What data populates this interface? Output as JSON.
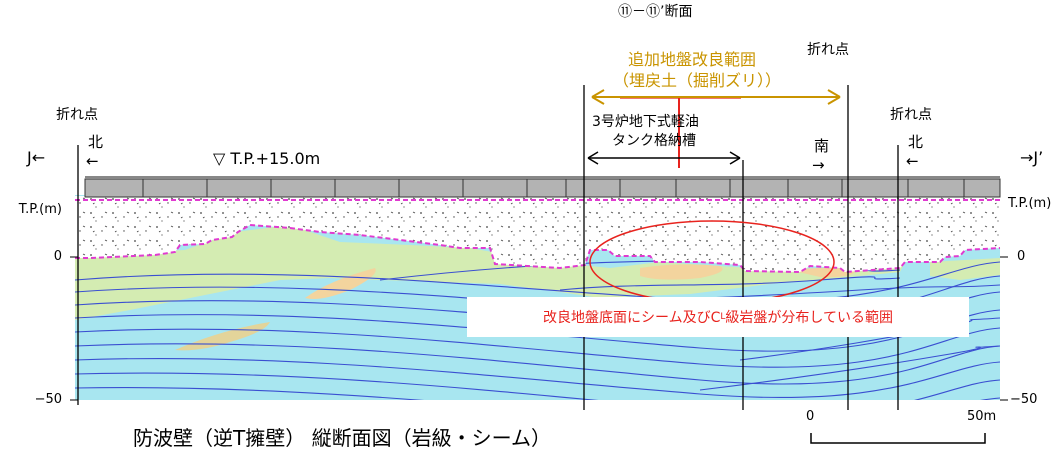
{
  "section_label": "⑪－⑪’断面",
  "improvement_range": {
    "line1": "追加地盤改良範囲",
    "line2": "（埋戻土（掘削ズリ））"
  },
  "bend_points": {
    "left": "折れ点",
    "center": "折れ点",
    "right": "折れ点"
  },
  "directions": {
    "left_j": "J←",
    "right_j": "→J’",
    "north_left": "北",
    "north_right": "北",
    "south": "南",
    "arrow_left": "←",
    "arrow_right": "→"
  },
  "water_level": "▽ T.P.+15.0m",
  "tank": {
    "line1": "3号炉地下式軽油",
    "line2": "タンク格納槽"
  },
  "axis": {
    "unit_left": "T.P.(m)",
    "unit_right": "T.P.(m)",
    "zero_left": "0",
    "zero_right": "0",
    "minus50_left": "−50",
    "minus50_right": "−50"
  },
  "region_note": {
    "pre": "改良地盤底面にシーム及びC",
    "sub": "L",
    "post": "級岩盤が分布している範囲"
  },
  "scale_bar": {
    "zero": "0",
    "end": "50m"
  },
  "figure_title": "防波壁（逆T擁壁） 縦断面図（岩級・シーム）",
  "colors": {
    "rock_blue": "#a8e6f0",
    "seam_blue": "#3a4fd1",
    "green_rock": "#d4ecb2",
    "tan_lens": "#f3d49e",
    "fill_dots": "#ffffff",
    "wall_gray": "#b3b3b3",
    "magenta_boundary": "#e03ad0",
    "red_marker": "#e8231e",
    "gold_text": "#c99400"
  }
}
